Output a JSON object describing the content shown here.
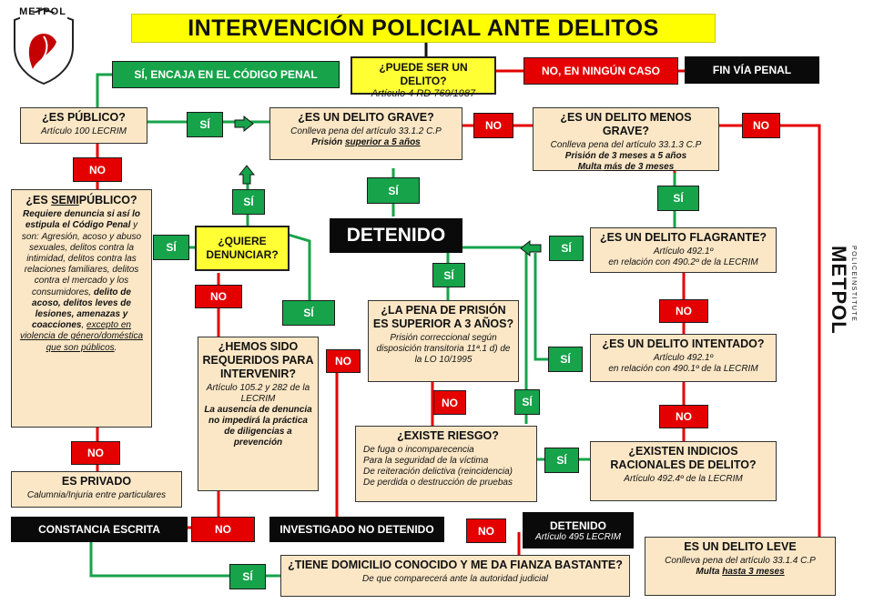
{
  "title": "INTERVENCIÓN POLICIAL ANTE DELITOS",
  "brand": {
    "name": "METPOL",
    "sub": "POLICEINSTITUTE",
    "accent": "#d40000"
  },
  "colors": {
    "yes": "#16a34a",
    "no": "#e50000",
    "box": "#fbe7c6",
    "highlight": "#ffff33"
  },
  "labels": {
    "si": "SÍ",
    "no": "NO"
  },
  "nodes": {
    "puede": {
      "q": "¿PUEDE SER UN DELITO?",
      "ref": "Artículo 4 RD 769/1987"
    },
    "encaja": "SÍ, ENCAJA EN EL CÓDIGO PENAL",
    "ningun": "NO, EN NINGÚN CASO",
    "fin": "FIN VÍA PENAL",
    "publico": {
      "q": "¿ES PÚBLICO?",
      "ref": "Artículo 100 LECRIM"
    },
    "grave": {
      "q": "¿ES UN DELITO GRAVE?",
      "ref": "Conlleva pena del artículo 33.1.2 C.P",
      "pena_a": "Prisión ",
      "pena_b": "superior a 5 años"
    },
    "menos": {
      "q": "¿ES UN DELITO MENOS GRAVE?",
      "ref": "Conlleva pena del artículo 33.1.3 C.P",
      "pena1": "Prisión de 3 meses a 5 años",
      "pena2_a": "Multa ",
      "pena2_b": "más de 3 meses"
    },
    "semi": {
      "q_a": "¿ES ",
      "q_b": "SEMI",
      "q_c": "PÚBLICO?",
      "l1": "Requiere denuncia si así lo estipula el Código Penal",
      "l1b": " y son:",
      "l2": "Agresión, acoso y abuso sexuales, delitos contra la intimidad, delitos contra las relaciones familiares, delitos contra el mercado y los consumidores,",
      "l3": " delito de acoso, delitos leves de lesiones, amenazas y coacciones",
      "l4": ", ",
      "l5": "excepto en violencia de género/doméstica que son públicos",
      "l6": "."
    },
    "quiere": "¿QUIERE DENUNCIAR?",
    "detenido": "DETENIDO",
    "flagrante": {
      "q": "¿ES UN DELITO FLAGRANTE?",
      "ref1": "Artículo 492.1º",
      "ref2": "en relación con 490.2º de la LECRIM"
    },
    "pena3": {
      "q": "¿LA PENA DE PRISIÓN ES SUPERIOR A 3 AÑOS?",
      "ref": "Prisión correccional según disposición transitoria 11ª.1 d) de la LO 10/1995"
    },
    "requeridos": {
      "q": "¿HEMOS SIDO REQUERIDOS PARA INTERVENIR?",
      "ref": "Artículo 105.2 y 282 de la LECRIM",
      "note": "La ausencia de denuncia no impedirá la práctica de diligencias a prevención"
    },
    "intentado": {
      "q": "¿ES UN DELITO INTENTADO?",
      "ref1": "Artículo 492.1º",
      "ref2": "en relación con 490.1º de la LECRIM"
    },
    "riesgo": {
      "q": "¿EXISTE RIESGO?",
      "items": [
        "De fuga o incomparecencia",
        "Para la seguridad de la víctima",
        "De reiteración delictiva (reincidencia)",
        "De perdida o destrucción de pruebas"
      ]
    },
    "indicios": {
      "q": "¿EXISTEN INDICIOS RACIONALES DE DELITO?",
      "ref": "Artículo 492.4º de la LECRIM"
    },
    "privado": {
      "q": "ES PRIVADO",
      "ref": "Calumnia/Injuria entre particulares"
    },
    "constancia": "CONSTANCIA ESCRITA",
    "investigado": "INVESTIGADO NO DETENIDO",
    "detenido2": {
      "q": "DETENIDO",
      "ref": "Artículo 495 LECRIM"
    },
    "domicilio": {
      "q": "¿TIENE DOMICILIO CONOCIDO Y ME DA FIANZA BASTANTE?",
      "ref": "De que comparecerá ante la autoridad judicial"
    },
    "leve": {
      "q": "ES UN DELITO LEVE",
      "ref": "Conlleva pena del artículo 33.1.4 C.P",
      "pena_a": "Multa ",
      "pena_b": "hasta 3 meses"
    }
  }
}
